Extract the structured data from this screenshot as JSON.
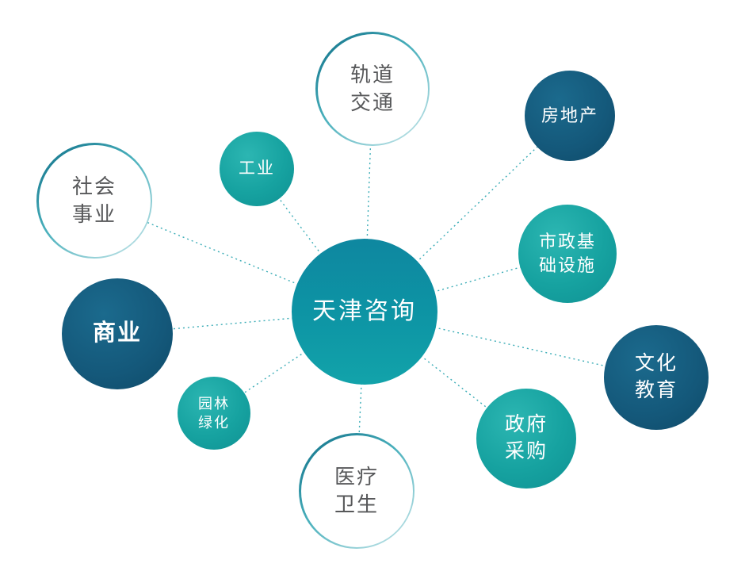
{
  "diagram": {
    "center": {
      "label": "天津咨询"
    },
    "nodes": [
      {
        "name": "rail-transit",
        "label": "轨道\n交通",
        "style": "white"
      },
      {
        "name": "industry",
        "label": "工业",
        "style": "teal"
      },
      {
        "name": "real-estate",
        "label": "房地产",
        "style": "dark"
      },
      {
        "name": "municipal-infrastructure",
        "label": "市政基\n础设施",
        "style": "teal"
      },
      {
        "name": "culture-education",
        "label": "文化\n教育",
        "style": "dark"
      },
      {
        "name": "government-procurement",
        "label": "政府\n采购",
        "style": "teal"
      },
      {
        "name": "medical-health",
        "label": "医疗\n卫生",
        "style": "white"
      },
      {
        "name": "landscaping",
        "label": "园林\n绿化",
        "style": "teal"
      },
      {
        "name": "commerce",
        "label": "商业",
        "style": "dark"
      },
      {
        "name": "social-undertakings",
        "label": "社会\n事业",
        "style": "white"
      }
    ],
    "colors": {
      "teal": "#16a2a0",
      "dark_teal": "#14587a",
      "hub": "#0d93a4",
      "connector_line": "#3aacb6",
      "white_node_text": "#57585a"
    }
  }
}
